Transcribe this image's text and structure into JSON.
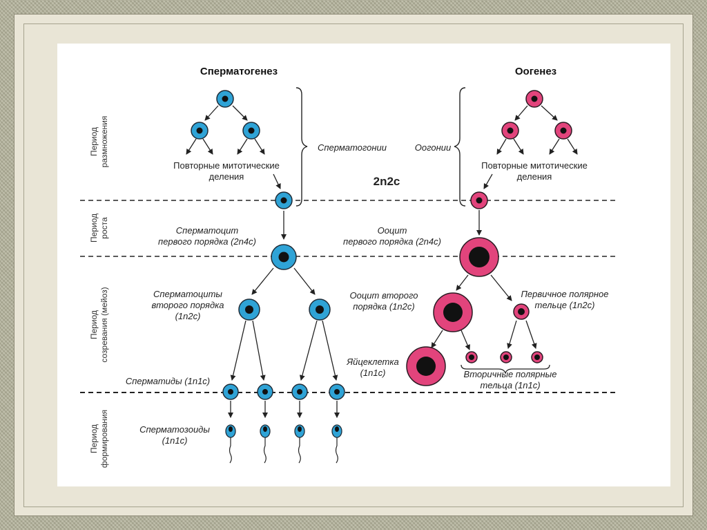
{
  "headers": {
    "spermatogenesis": "Сперматогенез",
    "oogenesis": "Оогенез"
  },
  "periods": {
    "reproduction": [
      "Период",
      "размножения"
    ],
    "growth": [
      "Период",
      "роста"
    ],
    "maturation": [
      "Период",
      "созревания (мейоз)"
    ],
    "formation": [
      "Период",
      "формирования"
    ]
  },
  "sperm_labels": {
    "spermatogonia": "Сперматогонии",
    "mitotic_divisions": [
      "Повторные митотические",
      "деления"
    ],
    "primary_spermatocyte": [
      "Сперматоцит",
      "первого порядка (2n4c)"
    ],
    "secondary_spermatocytes": [
      "Сперматоциты",
      "второго порядка",
      "(1n2c)"
    ],
    "spermatids": "Сперматиды (1n1c)",
    "spermatozoa": [
      "Сперматозоиды",
      "(1n1c)"
    ]
  },
  "oo_labels": {
    "oogonia": "Оогонии",
    "mitotic_divisions": [
      "Повторные митотические",
      "деления"
    ],
    "primary_oocyte": [
      "Ооцит",
      "первого порядка (2n4c)"
    ],
    "secondary_oocyte": [
      "Ооцит второго",
      "порядка (1n2c)"
    ],
    "first_polar_body": [
      "Первичное полярное",
      "тельце (1n2c)"
    ],
    "egg": [
      "Яйцеклетка",
      "(1n1c)"
    ],
    "secondary_polar_bodies": [
      "Вторичные полярные",
      "тельца (1n1c)"
    ]
  },
  "center_label": "2n2c",
  "colors": {
    "sperm_cell": "#2fa3d6",
    "oo_cell": "#e2447c",
    "nucleus": "#111111",
    "background": "#ffffff",
    "frame": "#b3b29a"
  }
}
